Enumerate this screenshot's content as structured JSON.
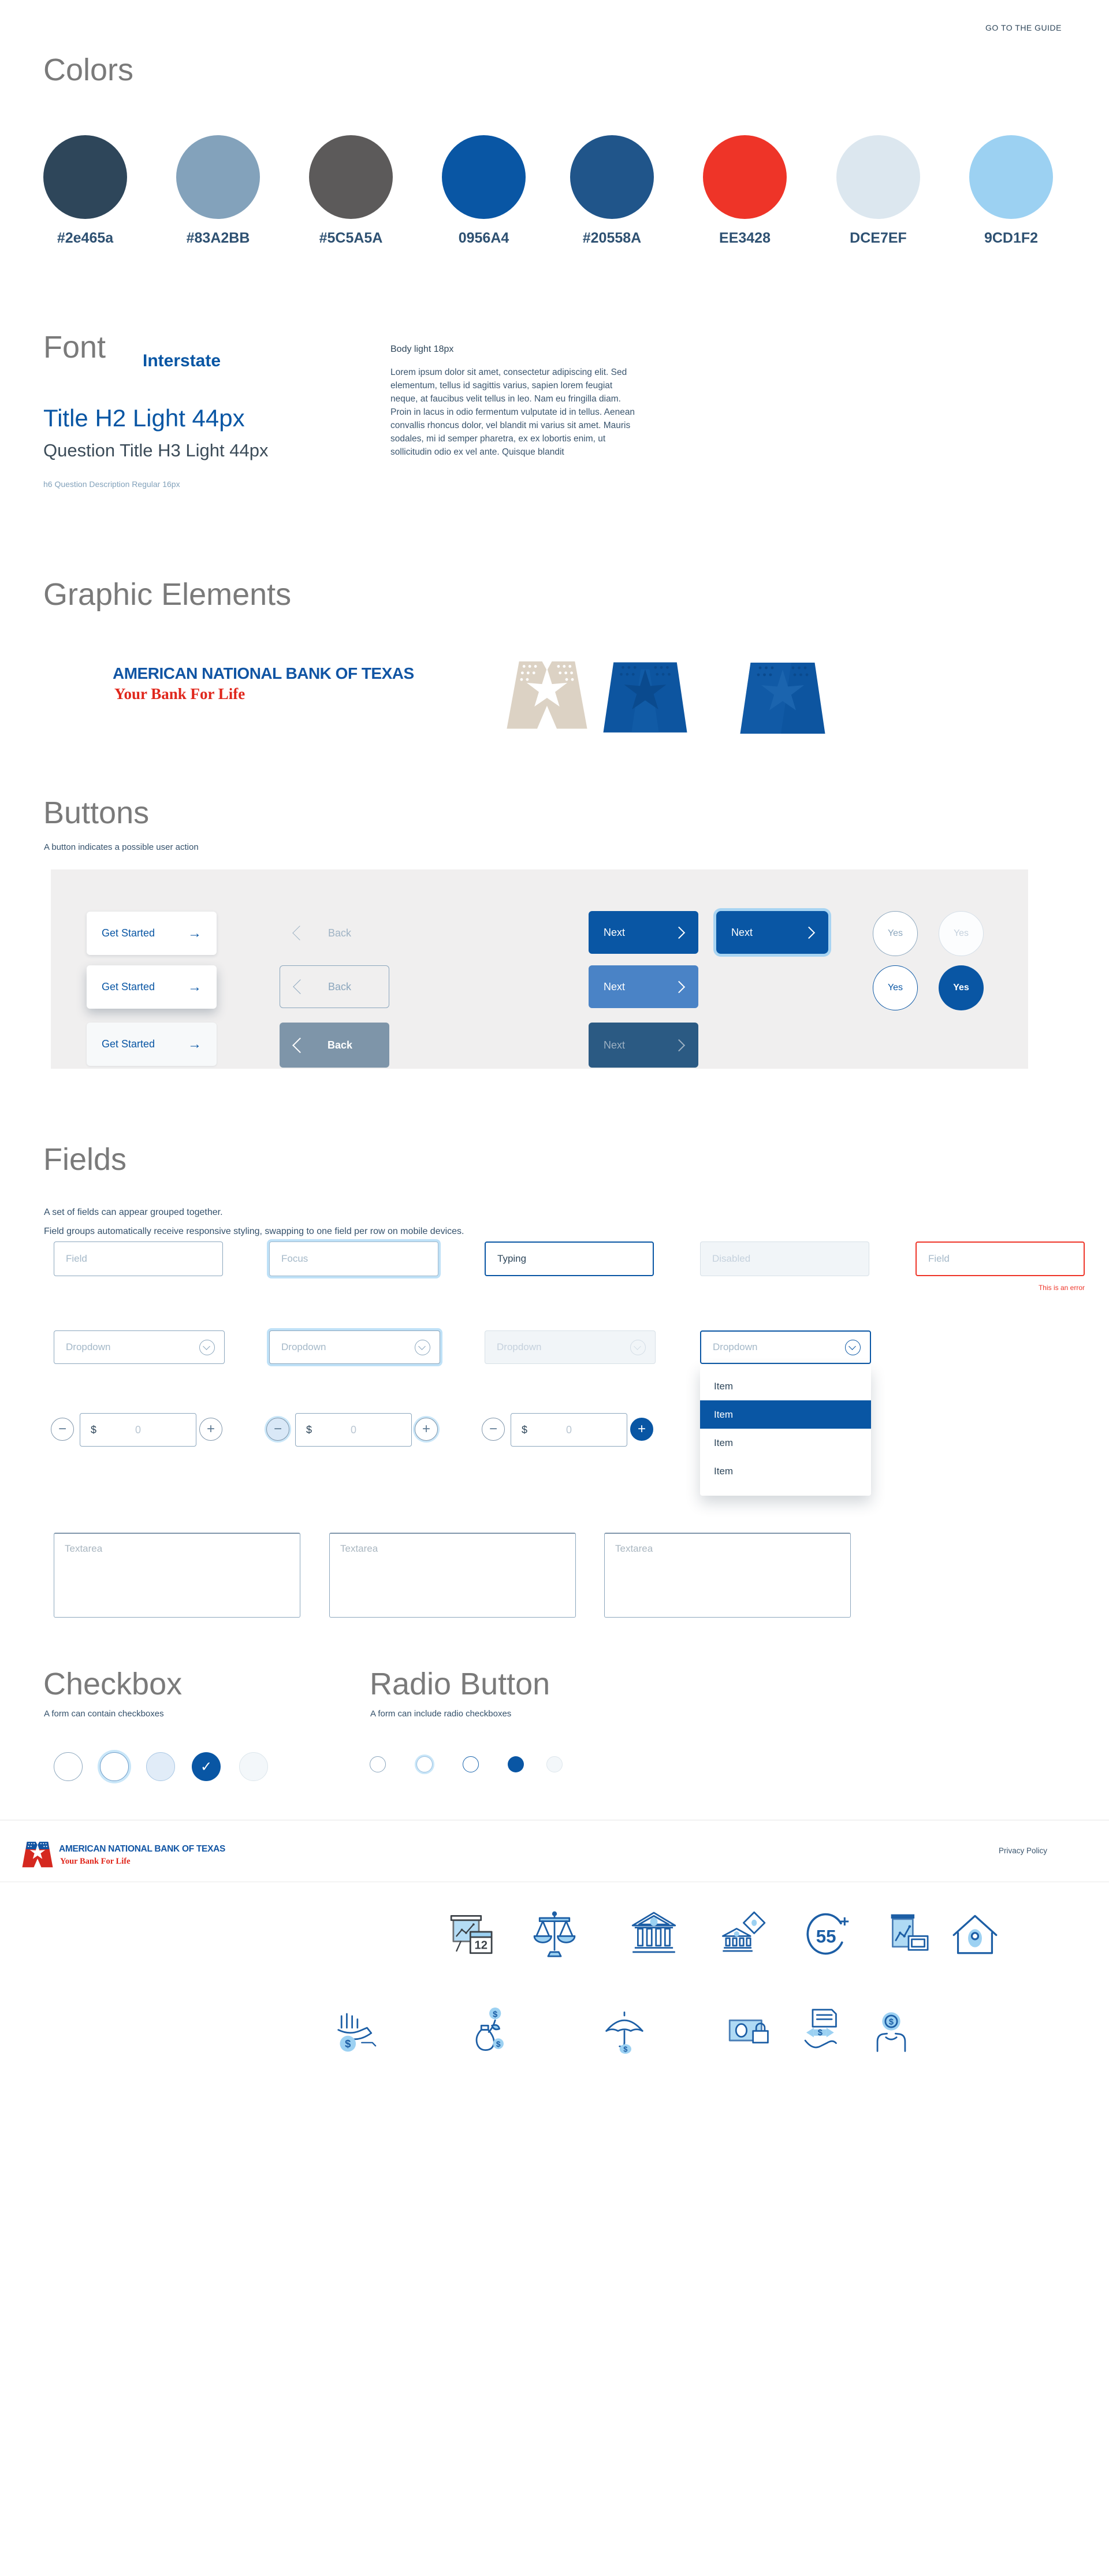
{
  "header": {
    "go_to_guide_label": "GO TO THE GUIDE"
  },
  "colors": {
    "section_title": "Colors",
    "swatches": [
      {
        "label": "#2e465a",
        "color": "#2e465a"
      },
      {
        "label": "#83A2BB",
        "color": "#83A2BB"
      },
      {
        "label": "#5C5A5A",
        "color": "#5C5A5A"
      },
      {
        "label": "0956A4",
        "color": "#0956A4"
      },
      {
        "label": "#20558A",
        "color": "#20558A"
      },
      {
        "label": "EE3428",
        "color": "#EE3428"
      },
      {
        "label": "DCE7EF",
        "color": "#DCE7EF"
      },
      {
        "label": "9CD1F2",
        "color": "#9CD1F2"
      }
    ]
  },
  "font": {
    "section_title": "Font",
    "family": "Interstate",
    "h2_sample": "Title H2 Light 44px",
    "h3_sample": "Question Title H3 Light 44px",
    "h6_sample": "h6 Question Description Regular 16px",
    "body_label": "Body light 18px",
    "body_sample": "Lorem ipsum dolor sit amet, consectetur adipiscing elit. Sed elementum, tellus id sagittis varius, sapien lorem feugiat neque, at faucibus velit tellus in leo. Nam eu fringilla diam. Proin in lacus in odio fermentum vulputate id in tellus. Aenean convallis rhoncus dolor, vel blandit mi varius sit amet. Mauris sodales, mi id semper pharetra, ex ex lobortis enim, ut sollicitudin odio ex vel ante. Quisque blandit"
  },
  "graphic_elements": {
    "section_title": "Graphic Elements",
    "logo_line1": "AMERICAN NATIONAL BANK OF TEXAS",
    "logo_tagline": "Your Bank For Life"
  },
  "buttons": {
    "section_title": "Buttons",
    "subtitle": "A button indicates a possible user action",
    "get_started_label": "Get Started",
    "arrow_glyph": "→",
    "back_label": "Back",
    "next_label": "Next",
    "yes_label": "Yes"
  },
  "fields": {
    "section_title": "Fields",
    "description_line1": "A set of fields can appear grouped together.",
    "description_line2": "Field groups automatically receive responsive styling, swapping to one field per row on mobile devices.",
    "input_default_placeholder": "Field",
    "input_focus_placeholder": "Focus",
    "input_typing_value": "Typing",
    "input_disabled_placeholder": "Disabled",
    "input_error_placeholder": "Field",
    "error_message": "This is an error",
    "dropdown_placeholder": "Dropdown",
    "dropdown_items": [
      "Item",
      "Item",
      "Item",
      "Item"
    ],
    "dropdown_selected_index": 1,
    "stepper_currency": "$",
    "stepper_value": "0",
    "stepper_minus_glyph": "−",
    "stepper_plus_glyph": "+",
    "textarea_placeholder": "Textarea"
  },
  "checkbox": {
    "section_title": "Checkbox",
    "subtitle": "A form can contain checkboxes",
    "check_glyph": "✓"
  },
  "radio": {
    "section_title": "Radio Button",
    "subtitle": "A form can include radio checkboxes"
  },
  "footer": {
    "logo_line1": "AMERICAN NATIONAL BANK OF TEXAS",
    "logo_tagline": "Your Bank For Life",
    "privacy_label": "Privacy Policy"
  },
  "icons": {
    "dollar_glyph": "$",
    "calendar_number": "12",
    "age_number": "55",
    "plus_glyph": "+",
    "row1": [
      "presentation-chart-calendar",
      "balance-scale",
      "bank-building",
      "bank-check-diamond",
      "age-55-plus",
      "chart-savings-monitor",
      "home-location"
    ],
    "row2": [
      "hand-holding-money",
      "money-bag-growth",
      "umbrella-coverage",
      "banknote-security",
      "money-transfer-document",
      "hands-holding-coin"
    ]
  },
  "palette": {
    "primary_blue": "#0956A4",
    "dark_navy": "#2e465a",
    "gray_blue": "#83A2BB",
    "red": "#EE3428",
    "pale_blue": "#DCE7EF",
    "light_blue": "#9CD1F2",
    "panel_gray": "#F0EFEF"
  }
}
